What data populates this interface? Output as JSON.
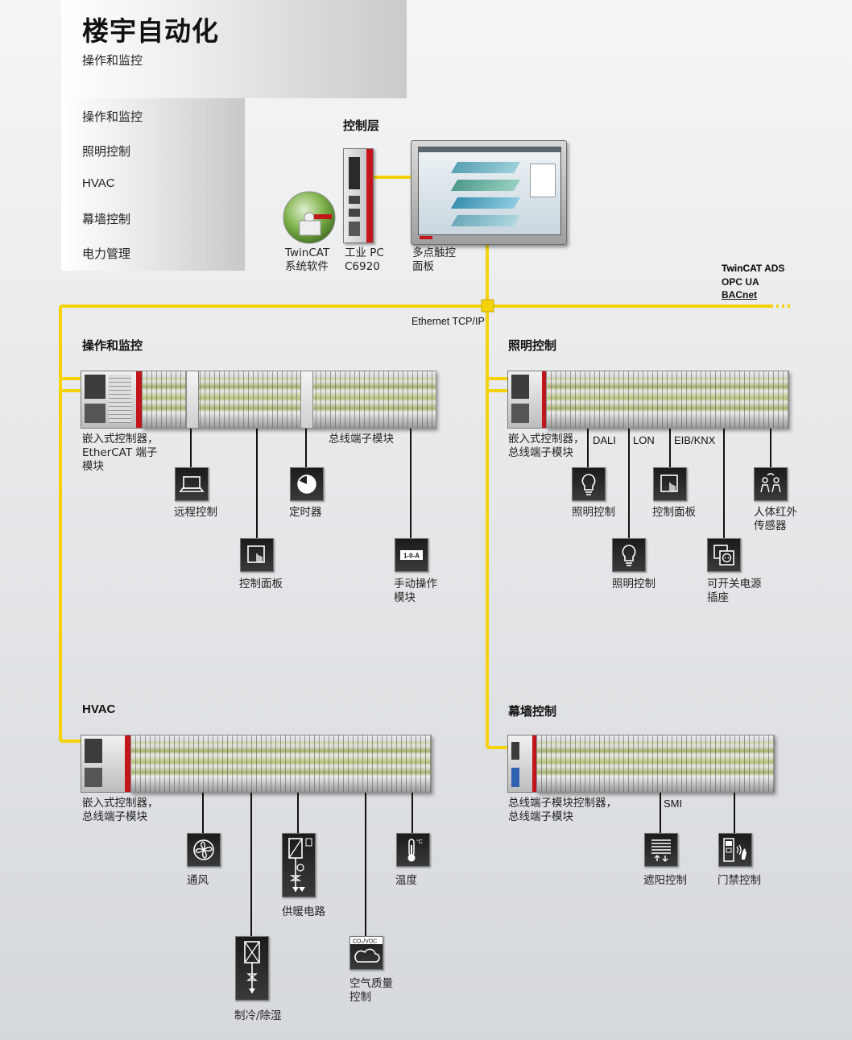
{
  "header": {
    "title": "楼宇自动化",
    "subtitle": "操作和监控"
  },
  "nav": {
    "items": [
      {
        "label": "操作和监控"
      },
      {
        "label": "照明控制"
      },
      {
        "label": "HVAC"
      },
      {
        "label": "幕墙控制"
      },
      {
        "label": "电力管理"
      }
    ]
  },
  "control_layer": {
    "title": "控制层",
    "twincat_label": "TwinCAT\n系统软件",
    "ipc_label": "工业 PC\nC6920",
    "panel_label": "多点触控\n面板",
    "network_label": "Ethernet TCP/IP",
    "protocols": [
      "TwinCAT ADS",
      "OPC UA",
      "BACnet"
    ]
  },
  "sections": {
    "operation": {
      "title": "操作和监控",
      "controller_label": "嵌入式控制器，\nEtherCAT 端子\n模块",
      "bus_label": "总线端子模块",
      "devices": [
        {
          "label": "远程控制",
          "icon": "laptop-icon"
        },
        {
          "label": "控制面板",
          "icon": "touch-panel-icon"
        },
        {
          "label": "定时器",
          "icon": "timer-icon"
        },
        {
          "label": "手动操作\n模块",
          "icon": "manual-switch-icon",
          "icon_text": "1-0-A"
        }
      ]
    },
    "lighting": {
      "title": "照明控制",
      "controller_label": "嵌入式控制器，\n总线端子模块",
      "bus_tags": [
        "DALI",
        "LON",
        "EIB/KNX"
      ],
      "devices": [
        {
          "label": "照明控制",
          "icon": "bulb-icon"
        },
        {
          "label": "照明控制",
          "icon": "bulb-icon"
        },
        {
          "label": "控制面板",
          "icon": "touch-panel-icon"
        },
        {
          "label": "可开关电源\n插座",
          "icon": "socket-icon"
        },
        {
          "label": "人体红外\n传感器",
          "icon": "presence-sensor-icon"
        }
      ]
    },
    "hvac": {
      "title": "HVAC",
      "controller_label": "嵌入式控制器，\n总线端子模块",
      "devices": [
        {
          "label": "通风",
          "icon": "fan-icon"
        },
        {
          "label": "制冷/除湿",
          "icon": "cooling-icon"
        },
        {
          "label": "供暖电路",
          "icon": "heating-icon"
        },
        {
          "label": "空气质量\n控制",
          "icon": "air-quality-icon",
          "icon_text": "CO₂/VOC"
        },
        {
          "label": "温度",
          "icon": "thermometer-icon",
          "icon_text": "°C"
        }
      ]
    },
    "facade": {
      "title": "幕墙控制",
      "controller_label": "总线端子模块控制器，\n总线端子模块",
      "bus_tags": [
        "SMI"
      ],
      "devices": [
        {
          "label": "遮阳控制",
          "icon": "shading-icon"
        },
        {
          "label": "门禁控制",
          "icon": "access-control-icon"
        }
      ]
    }
  },
  "colors": {
    "bus_yellow": "#f5d20a",
    "brand_red": "#c3161c",
    "icon_dark": "#222222"
  }
}
